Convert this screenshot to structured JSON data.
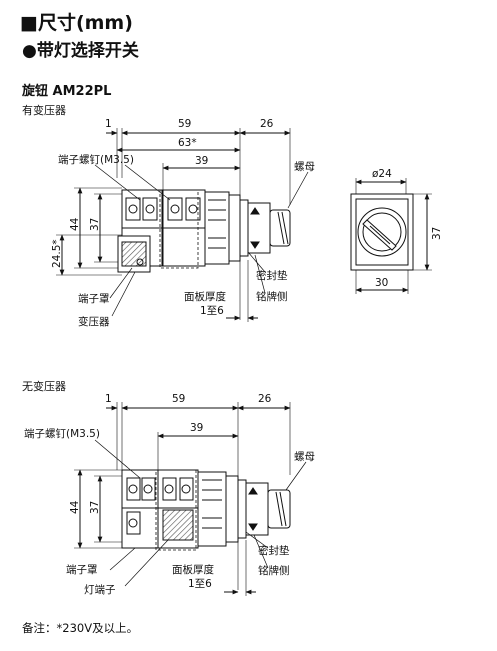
{
  "heading": {
    "square": "■",
    "title": "尺寸(mm)"
  },
  "subheading": {
    "bullet": "●",
    "title": "带灯选择开关"
  },
  "model": "旋钮 AM22PL",
  "top": {
    "section": "有变压器",
    "dims": {
      "d1": "1",
      "d59": "59",
      "d63": "63*",
      "d26": "26",
      "d39": "39",
      "d44": "44",
      "d37": "37",
      "d245": "24.5*"
    },
    "labels": {
      "terminal_screw": "端子螺钉(M3.5)",
      "nut": "螺母",
      "seal": "密封垫",
      "nameplate": "铭牌侧",
      "panel_thickness": "面板厚度",
      "panel_range": "1至6",
      "terminal_cover": "端子罩",
      "transformer": "变压器"
    }
  },
  "front": {
    "dia": "ø24",
    "d37": "37",
    "d30": "30"
  },
  "bottom": {
    "section": "无变压器",
    "dims": {
      "d1": "1",
      "d59": "59",
      "d26": "26",
      "d39": "39",
      "d44": "44",
      "d37": "37"
    },
    "labels": {
      "terminal_screw": "端子螺钉(M3.5)",
      "nut": "螺母",
      "seal": "密封垫",
      "nameplate": "铭牌侧",
      "panel_thickness": "面板厚度",
      "panel_range": "1至6",
      "terminal_cover": "端子罩",
      "lamp_terminal": "灯端子"
    }
  },
  "footnote": "备注：*230V及以上。"
}
